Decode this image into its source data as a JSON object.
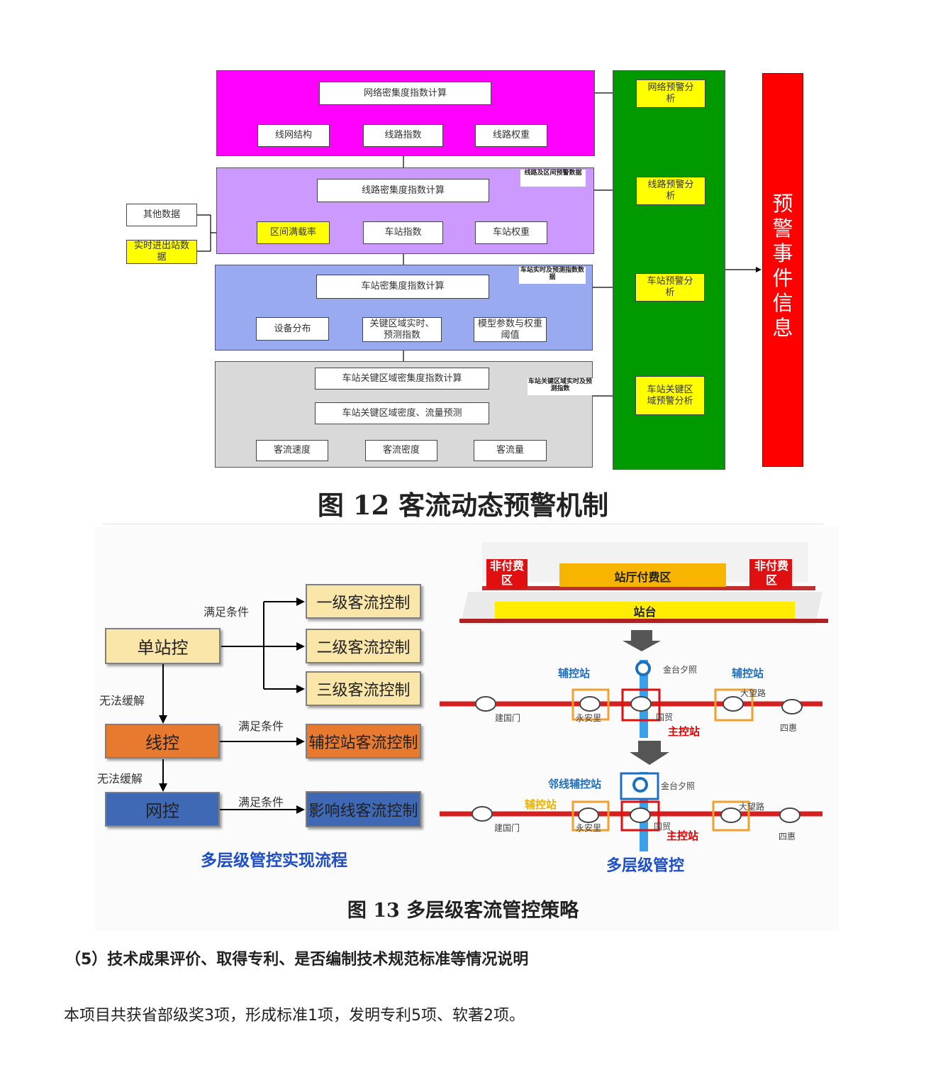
{
  "fig12": {
    "net": {
      "calc": "网络密集度指数计算",
      "items": [
        "线网结构",
        "线路指数",
        "线路权重"
      ]
    },
    "line": {
      "calc": "线路密集度指数计算",
      "items": [
        "区间满载率",
        "车站指数",
        "车站权重"
      ],
      "note": "线路及区间预警数据"
    },
    "ext": [
      "其他数据",
      "实时进出站数据"
    ],
    "station": {
      "calc": "车站密集度指数计算",
      "items": [
        "设备分布",
        "关键区域实时、预测指数",
        "模型参数与权重阈值"
      ],
      "note": "车站实时及预测指数数据"
    },
    "key": {
      "calc": "车站关键区域密集度指数计算",
      "predict": "车站关键区域密度、流量预测",
      "items": [
        "客流速度",
        "客流密度",
        "客流量"
      ],
      "note": "车站关键区域实时及预测指数"
    },
    "analysis": [
      "网络预警分析",
      "线路预警分析",
      "车站预警分析",
      "车站关键区域预警分析"
    ],
    "event": "预警事件信息",
    "caption": "图 12  客流动态预警机制",
    "colors": {
      "net": "#ff00ff",
      "line": "#cc99ff",
      "station": "#99aaf0",
      "key": "#d9d9d9",
      "analysis": "#009900",
      "event": "#ff0000",
      "yellow": "#ffff00"
    }
  },
  "fig13": {
    "flow": {
      "single": "单站控",
      "line": "线控",
      "network": "网控",
      "lv1": "一级客流控制",
      "lv2": "二级客流控制",
      "lv3": "三级客流控制",
      "aux": "辅控站客流控制",
      "affect": "影响线客流控制",
      "cond": "满足条件",
      "relief": "无法缓解",
      "title": "多层级管控实现流程"
    },
    "map": {
      "nonpay": "非付费区",
      "paid": "站厅付费区",
      "platform": "站台",
      "aux_station": "辅控站",
      "main_station": "主控站",
      "adj_aux": "邻线辅控站",
      "stations": [
        "建国门",
        "永安里",
        "国贸",
        "大望路",
        "四惠",
        "金台夕照"
      ],
      "title": "多层级管控"
    },
    "caption": "图 13  多层级客流管控策略",
    "colors": {
      "yellow": "#fae6a8",
      "orange": "#e87a30",
      "blue": "#3f68b5"
    }
  },
  "section": {
    "heading": "（5）技术成果评价、取得专利、是否编制技术规范标准等情况说明",
    "body": "本项目共获省部级奖3项，形成标准1项，发明专利5项、软著2项。"
  }
}
